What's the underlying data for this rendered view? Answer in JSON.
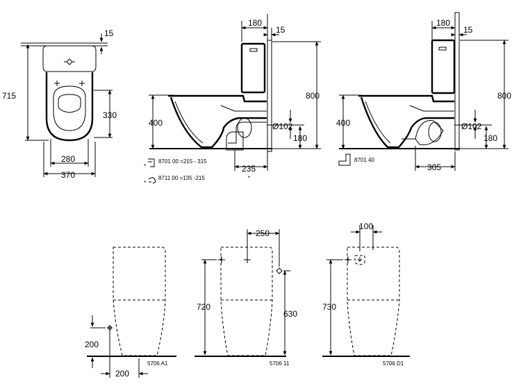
{
  "top_view": {
    "dim_15": "15",
    "dim_715": "715",
    "dim_330": "330",
    "dim_280": "280",
    "dim_370": "370"
  },
  "side_view_a": {
    "dim_180": "180",
    "dim_15": "15",
    "dim_800": "800",
    "dim_400": "400",
    "dim_d102": "Ø102",
    "dim_180_outlet": "180",
    "dim_235": "235",
    "note_1": "8701 00  =215 - 315",
    "note_2": "8711 00  =135 -215",
    "asterisk_1": "*",
    "asterisk_2": "*",
    "asterisk_3": "*"
  },
  "side_view_b": {
    "dim_180": "180",
    "dim_15": "15",
    "dim_800": "800",
    "dim_400": "400",
    "dim_d102": "Ø102",
    "dim_180_outlet": "180",
    "dim_305": "305",
    "note": "8701 40"
  },
  "variant_a1": {
    "dim_200_h": "200",
    "dim_200_w": "200",
    "code": "5706 A1"
  },
  "variant_11": {
    "dim_250": "250",
    "dim_720": "720",
    "dim_630": "630",
    "code": "5706 11"
  },
  "variant_d1": {
    "dim_100": "100",
    "dim_730": "730",
    "code": "5706 D1"
  }
}
